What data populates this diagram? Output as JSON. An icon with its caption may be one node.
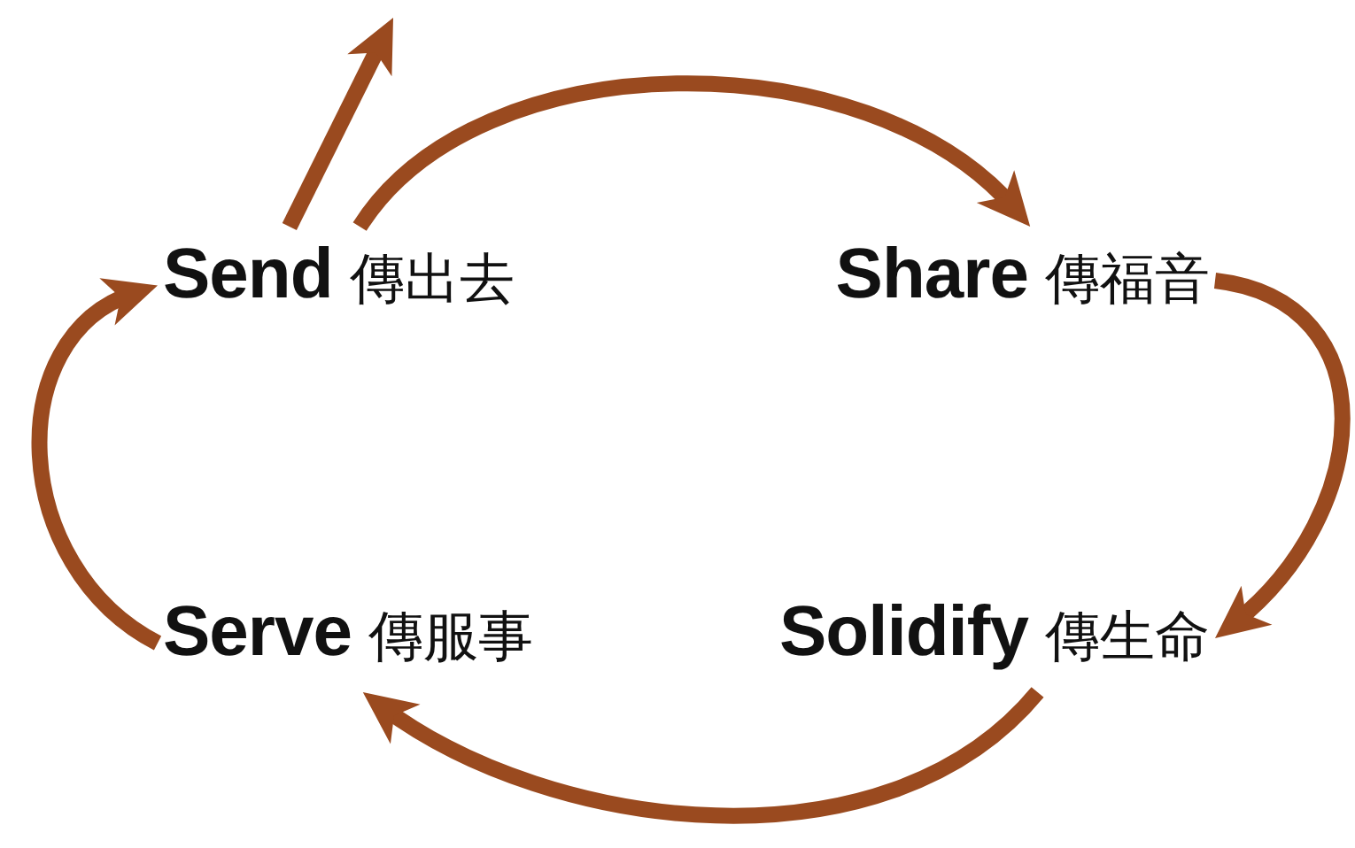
{
  "diagram": {
    "nodes": [
      {
        "text": [
          "Send",
          "傳出去"
        ]
      },
      {
        "text": [
          "Share",
          "傳福音"
        ]
      },
      {
        "text": [
          "Solidify",
          "傳生命"
        ]
      },
      {
        "text": [
          "Serve",
          "傳服事"
        ]
      }
    ],
    "edges": [
      {
        "from": 0,
        "to": 1,
        "arrow": "to"
      },
      {
        "from": 1,
        "to": 2,
        "arrow": "to"
      },
      {
        "from": 2,
        "to": 3,
        "arrow": "to"
      },
      {
        "from": 3,
        "to": 0,
        "arrow": "to"
      },
      {
        "from": 0,
        "to": null,
        "arrow": "to"
      }
    ]
  }
}
